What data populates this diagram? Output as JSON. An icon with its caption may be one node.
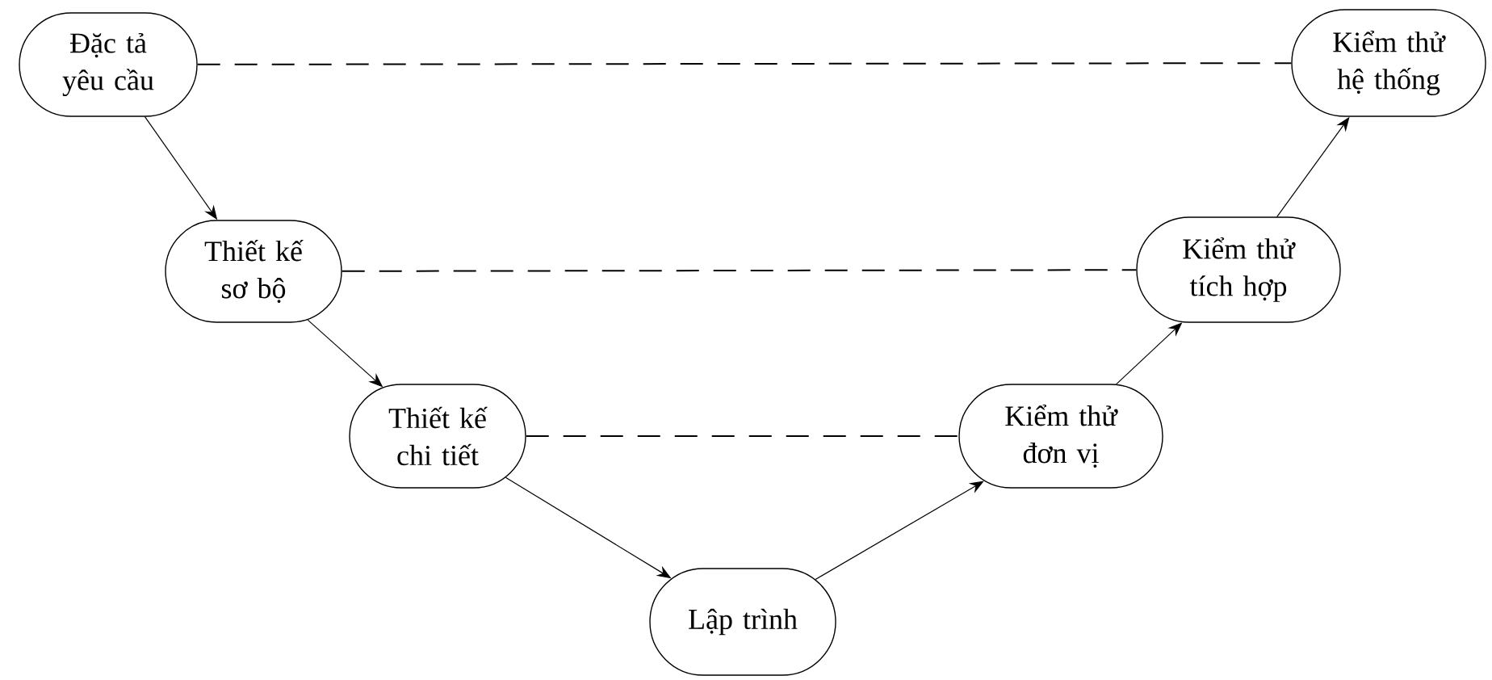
{
  "diagram": {
    "nodes": [
      {
        "text": [
          "Đặc tả yêu cầu"
        ]
      },
      {
        "text": [
          "Thiết kế sơ bộ"
        ]
      },
      {
        "text": [
          "Thiết kế chi tiết"
        ]
      },
      {
        "text": [
          "Lập trình"
        ]
      },
      {
        "text": [
          "Kiểm thử đơn vị"
        ]
      },
      {
        "text": [
          "Kiểm thử tích hợp"
        ]
      },
      {
        "text": [
          "Kiểm thử hệ thống"
        ]
      }
    ],
    "edges": [
      {
        "from": 0,
        "to": 1,
        "arrow": "to"
      },
      {
        "from": 1,
        "to": 2,
        "arrow": "to"
      },
      {
        "from": 2,
        "to": 3,
        "arrow": "to"
      },
      {
        "from": 3,
        "to": 4,
        "arrow": "to"
      },
      {
        "from": 4,
        "to": 5,
        "arrow": "to"
      },
      {
        "from": 5,
        "to": 6,
        "arrow": "to"
      },
      {
        "from": 0,
        "to": 6,
        "arrow": "none",
        "style": "dashed"
      },
      {
        "from": 1,
        "to": 5,
        "arrow": "none",
        "style": "dashed"
      },
      {
        "from": 2,
        "to": 4,
        "arrow": "none",
        "style": "dashed"
      }
    ]
  }
}
